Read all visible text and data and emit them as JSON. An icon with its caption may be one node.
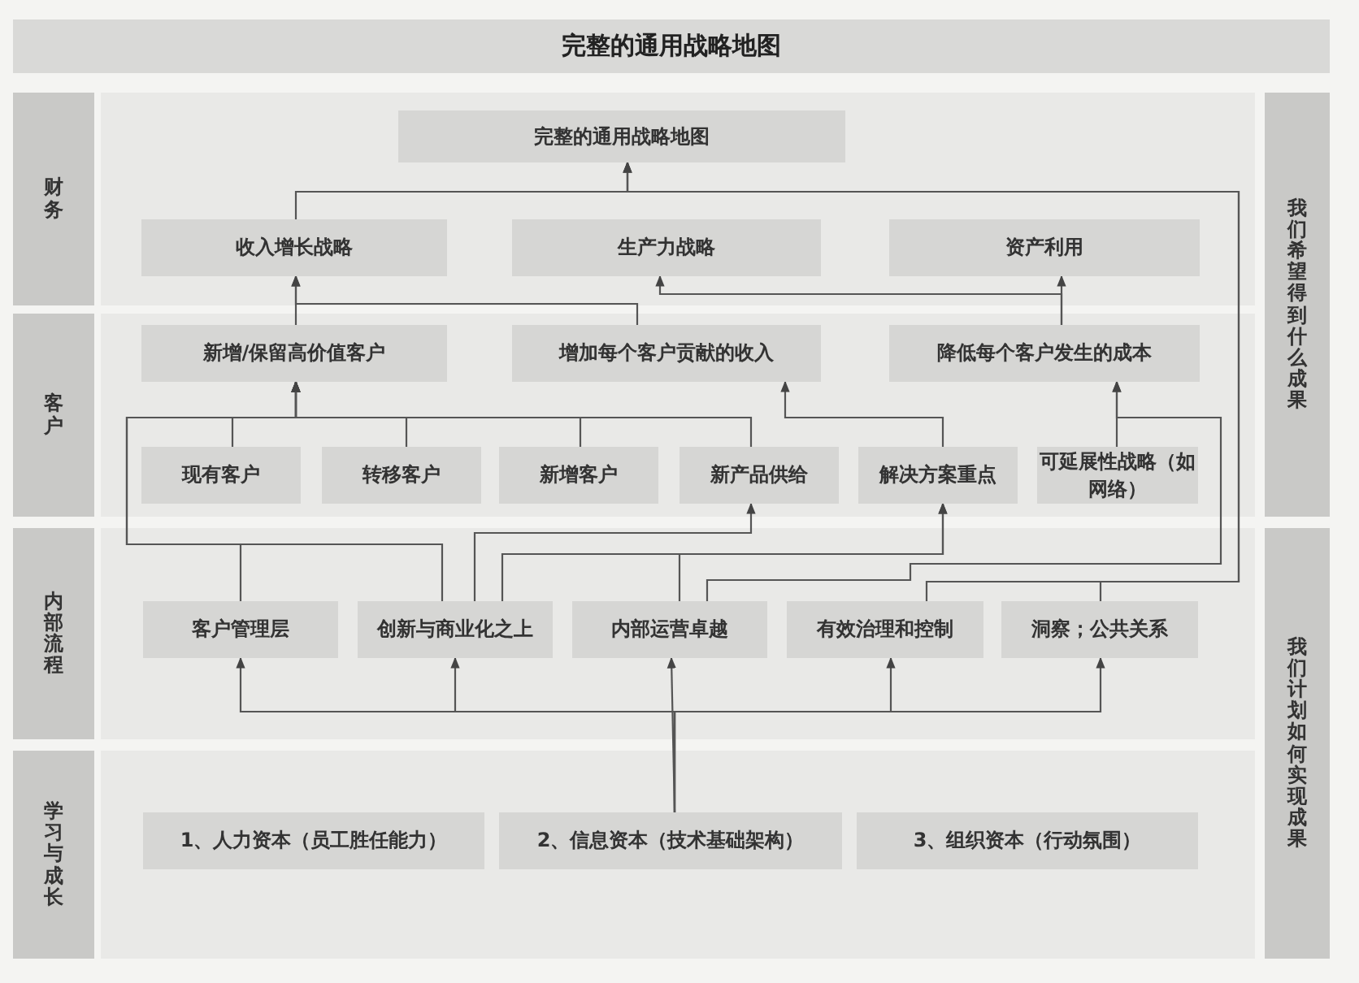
{
  "diagram": {
    "title": "完整的通用战略地图",
    "nodes": [
      {
        "text": [
          "财务"
        ]
      },
      {
        "text": [
          "完整的通用战略地图"
        ]
      },
      {
        "text": [
          "收入增长战略"
        ]
      },
      {
        "text": [
          "生产力战略"
        ]
      },
      {
        "text": [
          "资产利用"
        ]
      },
      {
        "text": [
          "我们希望得到什么成果"
        ]
      },
      {
        "text": [
          "客户"
        ]
      },
      {
        "text": [
          "新增/保留高价值客户"
        ]
      },
      {
        "text": [
          "增加每个客户贡献的收入"
        ]
      },
      {
        "text": [
          "降低每个客户发生的成本"
        ]
      },
      {
        "text": [
          "现有客户"
        ]
      },
      {
        "text": [
          "转移客户"
        ]
      },
      {
        "text": [
          "新增客户"
        ]
      },
      {
        "text": [
          "新产品供给"
        ]
      },
      {
        "text": [
          "解决方案重点"
        ]
      },
      {
        "text": [
          "可延展性战略（如网络）"
        ]
      },
      {
        "text": [
          "内部流程"
        ]
      },
      {
        "text": [
          "客户管理层"
        ]
      },
      {
        "text": [
          "创新与商业化之上"
        ]
      },
      {
        "text": [
          "内部运营卓越"
        ]
      },
      {
        "text": [
          "有效治理和控制"
        ]
      },
      {
        "text": [
          "洞察；公共关系"
        ]
      },
      {
        "text": [
          "我们计划如何实现成果"
        ]
      },
      {
        "text": [
          "学习与成长"
        ]
      },
      {
        "text": [
          "1、人力资本（员工胜任能力）"
        ]
      },
      {
        "text": [
          "2、信息资本（技术基础架构）"
        ]
      },
      {
        "text": [
          "3、组织资本（行动氛围）"
        ]
      }
    ],
    "edges": [
      {
        "from": 2,
        "to": 1,
        "arrow": "to"
      },
      {
        "from": 20,
        "to": 1,
        "arrow": "to"
      },
      {
        "from": 21,
        "to": 1,
        "arrow": "to"
      },
      {
        "from": 7,
        "to": 2,
        "arrow": "to"
      },
      {
        "from": 8,
        "to": 2,
        "arrow": "to"
      },
      {
        "from": 9,
        "to": 3,
        "arrow": "to"
      },
      {
        "from": 9,
        "to": 4,
        "arrow": "to"
      },
      {
        "from": 10,
        "to": 7,
        "arrow": "to"
      },
      {
        "from": 11,
        "to": 7,
        "arrow": "to"
      },
      {
        "from": 12,
        "to": 7,
        "arrow": "to"
      },
      {
        "from": 13,
        "to": 7,
        "arrow": "to"
      },
      {
        "from": 17,
        "to": 7,
        "arrow": "to"
      },
      {
        "from": 18,
        "to": 7,
        "arrow": "to"
      },
      {
        "from": 14,
        "to": 8,
        "arrow": "to"
      },
      {
        "from": 18,
        "to": 13,
        "arrow": "to"
      },
      {
        "from": 18,
        "to": 14,
        "arrow": "to"
      },
      {
        "from": 19,
        "to": 14,
        "arrow": "to"
      },
      {
        "from": 15,
        "to": 9,
        "arrow": "to"
      },
      {
        "from": 19,
        "to": 9,
        "arrow": "to"
      },
      {
        "from": 25,
        "to": 17,
        "arrow": "to"
      },
      {
        "from": 25,
        "to": 18,
        "arrow": "to"
      },
      {
        "from": 25,
        "to": 19,
        "arrow": "to"
      },
      {
        "from": 25,
        "to": 20,
        "arrow": "to"
      },
      {
        "from": 25,
        "to": 21,
        "arrow": "to"
      }
    ]
  }
}
